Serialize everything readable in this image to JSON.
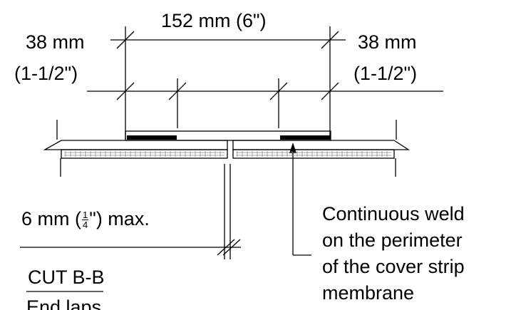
{
  "dimensions": {
    "top": "152 mm (6\")",
    "left_mm": "38 mm",
    "left_in": "(1-1/2\")",
    "right_mm": "38 mm",
    "right_in": "(1-1/2\")"
  },
  "gap": {
    "prefix": "6 mm (",
    "frac_num": "1",
    "frac_den": "4",
    "suffix": "\") max."
  },
  "note": {
    "line1": "Continuous weld",
    "line2": "on the perimeter",
    "line3": "of the cover strip",
    "line4": "membrane"
  },
  "caption": {
    "title": "CUT B-B",
    "subtitle": "End laps"
  },
  "colors": {
    "ink": "#000000",
    "hatch": "#8a8a8a",
    "background": "#ffffff"
  }
}
